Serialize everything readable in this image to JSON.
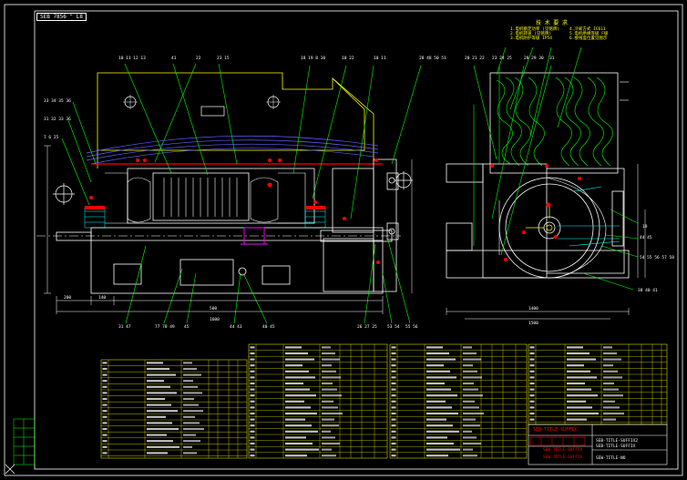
{
  "drawing": {
    "title_tag": "SEB 7856 \" L8",
    "notes_heading": "技 术 要 求",
    "notes": [
      "1.电机额定功率 (见铭牌) ",
      "2.电机转速 (见铭牌)  ",
      "3.电机防护等级 IP54",
      "4.冷却方式 IC611",
      "5.电机绝缘等级 F级",
      "6.接线盒位置见图示"
    ],
    "title_block": {
      "line1": "SEW-TITLE-SUFFIX",
      "line2": "SEW-TITLE-SUFFIX",
      "line3": "SEW-TITLE-SUFFIX",
      "right_line1": "SEB-TITLE-SUFFIX2",
      "right_line2": "SEB-TITLE-SUFFIX",
      "right_line3": "SEW-TITLE-NO"
    }
  },
  "colors": {
    "outline": "#ffffff",
    "part_yellow": "#ffff00",
    "leader_green": "#00ff00",
    "hatch_cyan": "#00ffff",
    "mark_red": "#ff0000",
    "dim_magenta": "#ff00ff",
    "fan_blue": "#6060ff"
  },
  "icons": {
    "ucs": "ucs-axis-icon"
  }
}
